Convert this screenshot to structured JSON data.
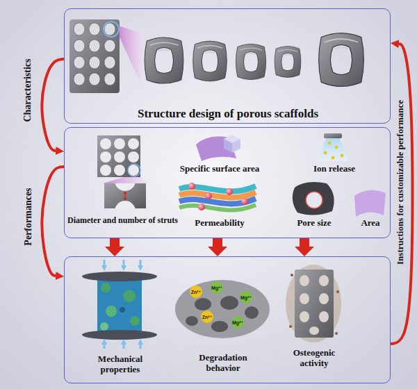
{
  "diagram": {
    "nodes": [
      {
        "text": [
          "Structure design of porous scaffolds"
        ]
      },
      {
        "text": [
          "Diameter and number of struts",
          "Specific surface area",
          "Ion release",
          "Permeability",
          "Pore size",
          "Area"
        ]
      },
      {
        "text": [
          "Mechanical properties",
          "Degradation behavior",
          "Osteogenic activity"
        ]
      }
    ],
    "edges": [
      {
        "from": 0,
        "to": 1,
        "label": "Characteristics",
        "arrow": "to"
      },
      {
        "from": 1,
        "to": 2,
        "label": "Performances",
        "arrow": "to"
      },
      {
        "from": 1,
        "to": 2,
        "arrow": "to"
      },
      {
        "from": 1,
        "to": 2,
        "arrow": "to"
      },
      {
        "from": 1,
        "to": 2,
        "arrow": "to"
      },
      {
        "from": 2,
        "to": 0,
        "label": "Instructions for customizable performance",
        "arrow": "to"
      }
    ],
    "labels": [
      "Zn²⁺",
      "Mg²⁺",
      "Mg²⁺",
      "Zn²⁺",
      "Mg²⁺"
    ]
  }
}
